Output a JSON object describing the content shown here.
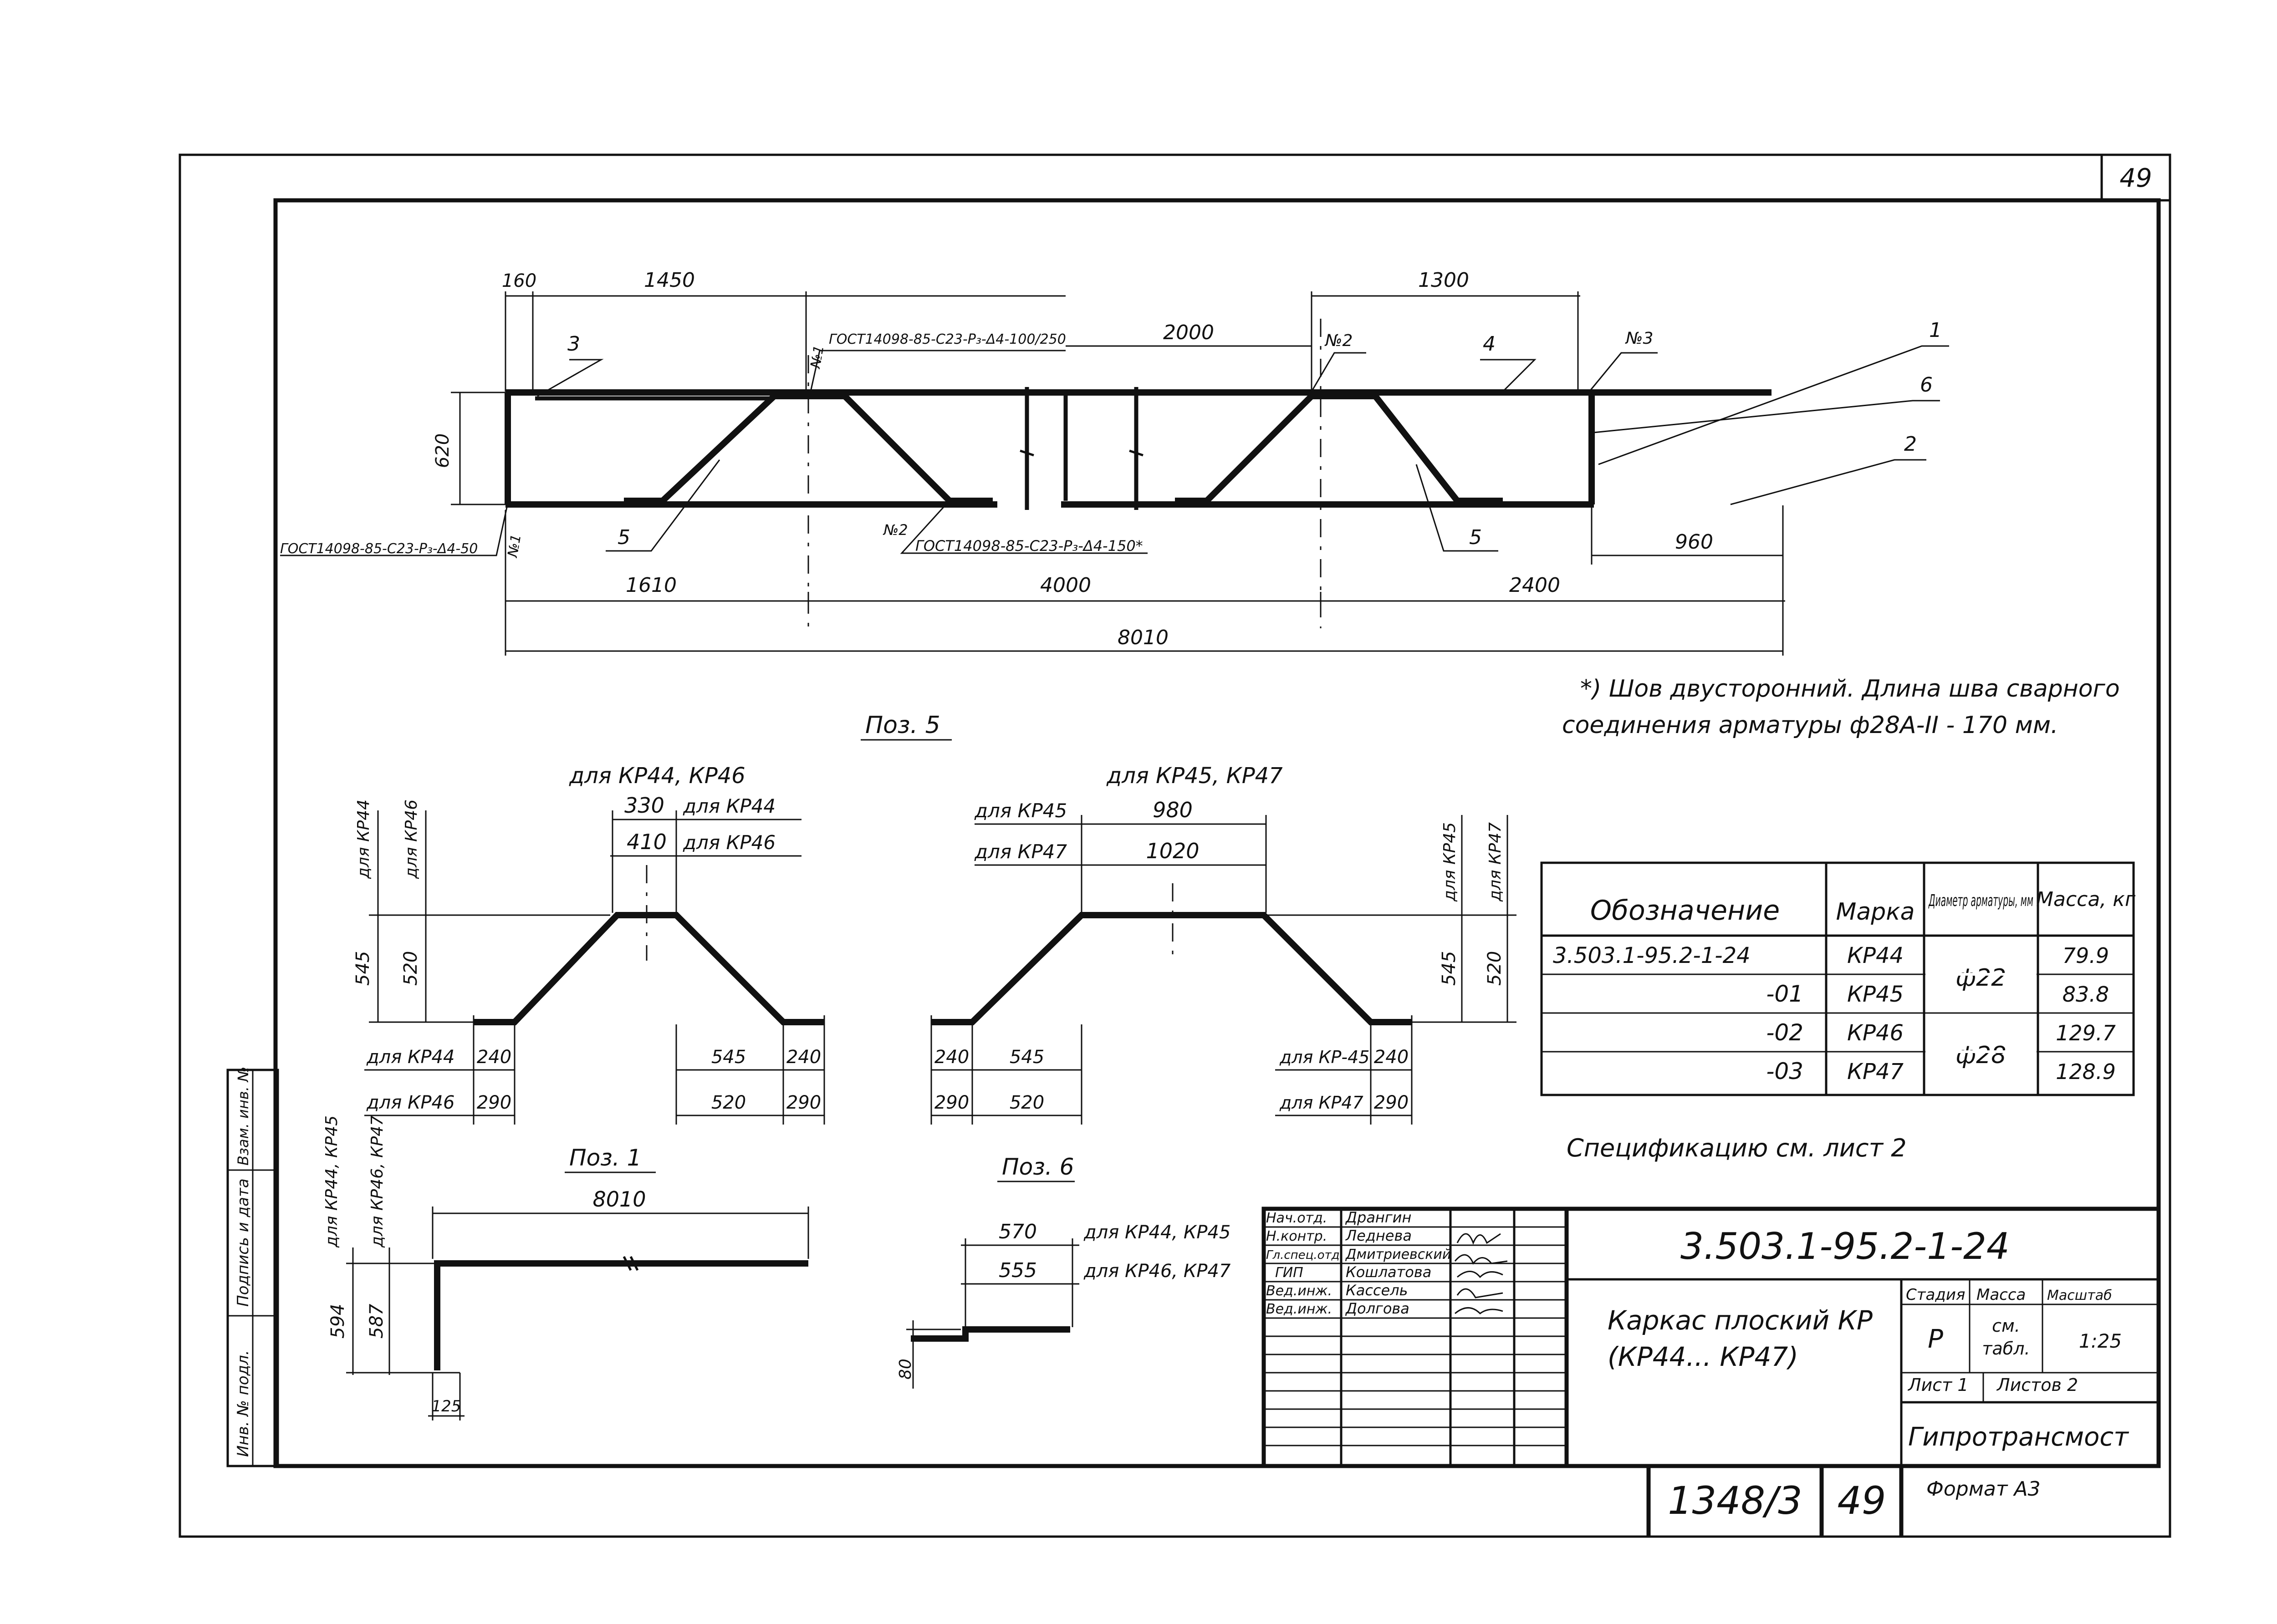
{
  "sheet_number_top": "49",
  "main": {
    "dims_top": [
      "160",
      "1450",
      "2000",
      "1300"
    ],
    "height_dim": "620",
    "dims_bottom": [
      "1610",
      "4000",
      "2400"
    ],
    "total_length": "8010",
    "right_offset": "960",
    "callouts": [
      "1",
      "6",
      "2",
      "3",
      "4",
      "5",
      "5"
    ],
    "weld_marks": [
      "№1",
      "№2",
      "№3",
      "№2",
      "№1"
    ],
    "weld_notes": {
      "top": "ГОСТ14098-85-С23-Р₃-Δ4-100/250",
      "bottom": "ГОСТ14098-85-С23-Р₃-Δ4-150*",
      "left": "ГОСТ14098-85-С23-Р₃-Δ4-50"
    }
  },
  "note": {
    "line1": "*) Шов двусторонний. Длина шва сварного",
    "line2": "соединения арматуры ф28А-II - 170 мм."
  },
  "poz5": {
    "title": "Поз. 5",
    "left": {
      "subtitle": "для КР44, КР46",
      "top_dims": [
        "330",
        "410"
      ],
      "top_labels": [
        "для КР44",
        "для КР46"
      ],
      "vert_labels": [
        "для КР44",
        "для КР46"
      ],
      "vert_dims": [
        "545",
        "520"
      ],
      "bottom_labels": [
        "для КР44",
        "для КР46"
      ],
      "bottom_left": [
        "240",
        "290"
      ],
      "bottom_right_a": [
        "545",
        "520"
      ],
      "bottom_right_b": [
        "240",
        "290"
      ]
    },
    "right": {
      "subtitle": "для КР45, КР47",
      "top_labels": [
        "для КР45",
        "для КР47"
      ],
      "top_dims": [
        "980",
        "1020"
      ],
      "vert_labels": [
        "для КР45",
        "для КР47"
      ],
      "vert_dims": [
        "545",
        "520"
      ],
      "bottom_left_a": [
        "240",
        "290"
      ],
      "bottom_left_b": [
        "545",
        "520"
      ],
      "bottom_labels": [
        "для КР-45",
        "для КР47"
      ],
      "bottom_right": [
        "240",
        "290"
      ]
    }
  },
  "poz1": {
    "title": "Поз. 1",
    "length": "8010",
    "vert_labels": [
      "для КР44, КР45",
      "для КР46, КР47"
    ],
    "vert_dims": [
      "594",
      "587"
    ],
    "foot": "125"
  },
  "poz6": {
    "title": "Поз. 6",
    "dims": [
      "570",
      "555"
    ],
    "labels": [
      "для КР44, КР45",
      "для КР46, КР47"
    ],
    "height": "80"
  },
  "spec_table": {
    "headers": [
      "Обозначение",
      "Марка",
      "Диаметр арматуры, мм",
      "Масса, кг"
    ],
    "rows": [
      {
        "designation": "3.503.1-95.2-1-24",
        "mark": "КР44",
        "diameter": "ф22",
        "mass": "79.9"
      },
      {
        "designation": "-01",
        "mark": "КР45",
        "diameter": "",
        "mass": "83.8"
      },
      {
        "designation": "-02",
        "mark": "КР46",
        "diameter": "ф28",
        "mass": "129.7"
      },
      {
        "designation": "-03",
        "mark": "КР47",
        "diameter": "",
        "mass": "128.9"
      }
    ],
    "footnote": "Спецификацию см. лист 2"
  },
  "title_block": {
    "roles": [
      "Нач.отд.",
      "Н.контр.",
      "Гл.спец.отд.",
      "ГИП",
      "Вед.инж.",
      "Вед.инж."
    ],
    "names": [
      "Дрангин",
      "Леднева",
      "Дмитриевский",
      "Кошлатова",
      "Кассель",
      "Долгова"
    ],
    "code": "3.503.1-95.2-1-24",
    "title_line1": "Каркас плоский КР",
    "title_line2": "(КР44... КР47)",
    "stage_header": "Стадия",
    "mass_header": "Масса",
    "scale_header": "Масштаб",
    "stage": "Р",
    "mass_line1": "см.",
    "mass_line2": "табл.",
    "scale": "1:25",
    "sheet_label": "Лист 1",
    "sheets_label": "Листов 2",
    "organization": "Гипротрансмост",
    "doc_number": "1348/3",
    "page": "49",
    "format": "Формат А3"
  },
  "side_stamp": [
    "Инв. № подл.",
    "Подпись и дата",
    "Взам. инв. №"
  ]
}
